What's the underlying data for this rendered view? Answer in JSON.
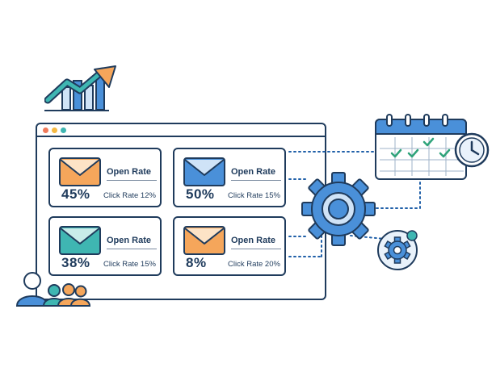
{
  "colors": {
    "outline": "#1f3b5c",
    "blue": "#4a90d9",
    "light_blue": "#cfe3f7",
    "orange": "#f5a65b",
    "teal": "#3fb6b2",
    "yellow_dot": "#f5b942",
    "red_dot": "#f07a5a",
    "check_green": "#2fa37a"
  },
  "icons": {
    "trend": "trend-chart-icon",
    "calendar": "calendar-icon",
    "clock": "clock-icon",
    "gear_large": "gear-icon",
    "gear_small": "gear-icon",
    "envelope": "envelope-icon",
    "audience": "people-group-icon"
  },
  "cards": [
    {
      "open_label": "Open Rate",
      "open_value": "45%",
      "click_label": "Click Rate 12%",
      "envelope_color": "#f5a65b"
    },
    {
      "open_label": "Open Rate",
      "open_value": "50%",
      "click_label": "Click Rate 15%",
      "envelope_color": "#4a90d9"
    },
    {
      "open_label": "Open Rate",
      "open_value": "38%",
      "click_label": "Click Rate 15%",
      "envelope_color": "#3fb6b2"
    },
    {
      "open_label": "Open Rate",
      "open_value": "8%",
      "click_label": "Click Rate 20%",
      "envelope_color": "#f5a65b"
    }
  ]
}
